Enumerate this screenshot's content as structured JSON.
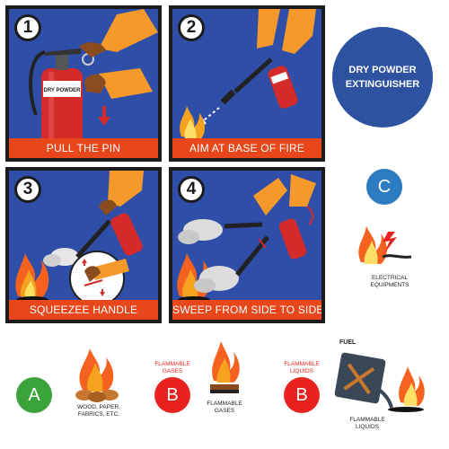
{
  "title": "DRY POWDER EXTINGUISHER",
  "steps": [
    {
      "number": "1",
      "caption": "PULL THE PIN",
      "extinguisher_label": "DRY POWDER"
    },
    {
      "number": "2",
      "caption": "AIM AT BASE OF FIRE"
    },
    {
      "number": "3",
      "caption": "SQUEEZEE HANDLE"
    },
    {
      "number": "4",
      "caption": "SWEEP FROM SIDE TO SIDE"
    }
  ],
  "classes": {
    "c": {
      "letter": "C",
      "label": "ELECTRICAL EQUIPMENTS"
    },
    "a": {
      "letter": "A",
      "label": "WOOD, PAPER, FABRICS, ETC."
    },
    "b_gases": {
      "letter": "B",
      "top_label": "FLAMMABLE GASES",
      "label": "FLAMMABLE GASES"
    },
    "b_liquids": {
      "letter": "B",
      "top_label": "FLAMMABLE LIQUIDS",
      "label": "FLAMMABLE LIQUIDS",
      "can_label": "FUEL"
    }
  },
  "colors": {
    "panel_bg": "#2f4ea8",
    "caption_bg": "#e8461b",
    "title_circle": "#2d52a0",
    "class_a": "#3aa43a",
    "class_b": "#e8231f",
    "class_c": "#2d7bc1"
  },
  "icons": [
    "fire-extinguisher-icon",
    "hand-icon",
    "flame-icon",
    "lightning-icon",
    "campfire-icon",
    "gas-burner-icon",
    "fuel-can-icon"
  ]
}
